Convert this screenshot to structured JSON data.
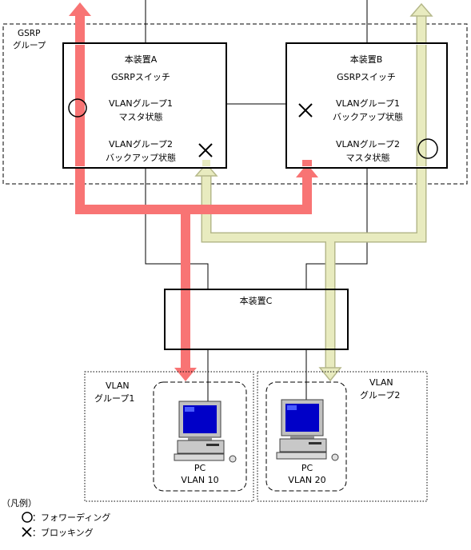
{
  "gsrp_group": {
    "label_line1": "GSRP",
    "label_line2": "グループ"
  },
  "device_a": {
    "name": "本装置A",
    "type": "GSRPスイッチ",
    "vlan1_line1": "VLANグループ1",
    "vlan1_line2": "マスタ状態",
    "vlan2_line1": "VLANグループ2",
    "vlan2_line2": "バックアップ状態"
  },
  "device_b": {
    "name": "本装置B",
    "type": "GSRPスイッチ",
    "vlan1_line1": "VLANグループ1",
    "vlan1_line2": "バックアップ状態",
    "vlan2_line1": "VLANグループ2",
    "vlan2_line2": "マスタ状態"
  },
  "device_c": {
    "name": "本装置C"
  },
  "vlan_group_1": {
    "line1": "VLAN",
    "line2": "グループ1"
  },
  "vlan_group_2": {
    "line1": "VLAN",
    "line2": "グループ2"
  },
  "pc1": {
    "line1": "PC",
    "line2": "VLAN 10"
  },
  "pc2": {
    "line1": "PC",
    "line2": "VLAN 20"
  },
  "legend": {
    "title": "（凡例）",
    "forwarding": "：フォワーディング",
    "blocking": "：ブロッキング"
  },
  "colors": {
    "red_path": "#f87474",
    "yellow_path": "#e8ebbf",
    "yellow_outline": "#b5b88a"
  }
}
